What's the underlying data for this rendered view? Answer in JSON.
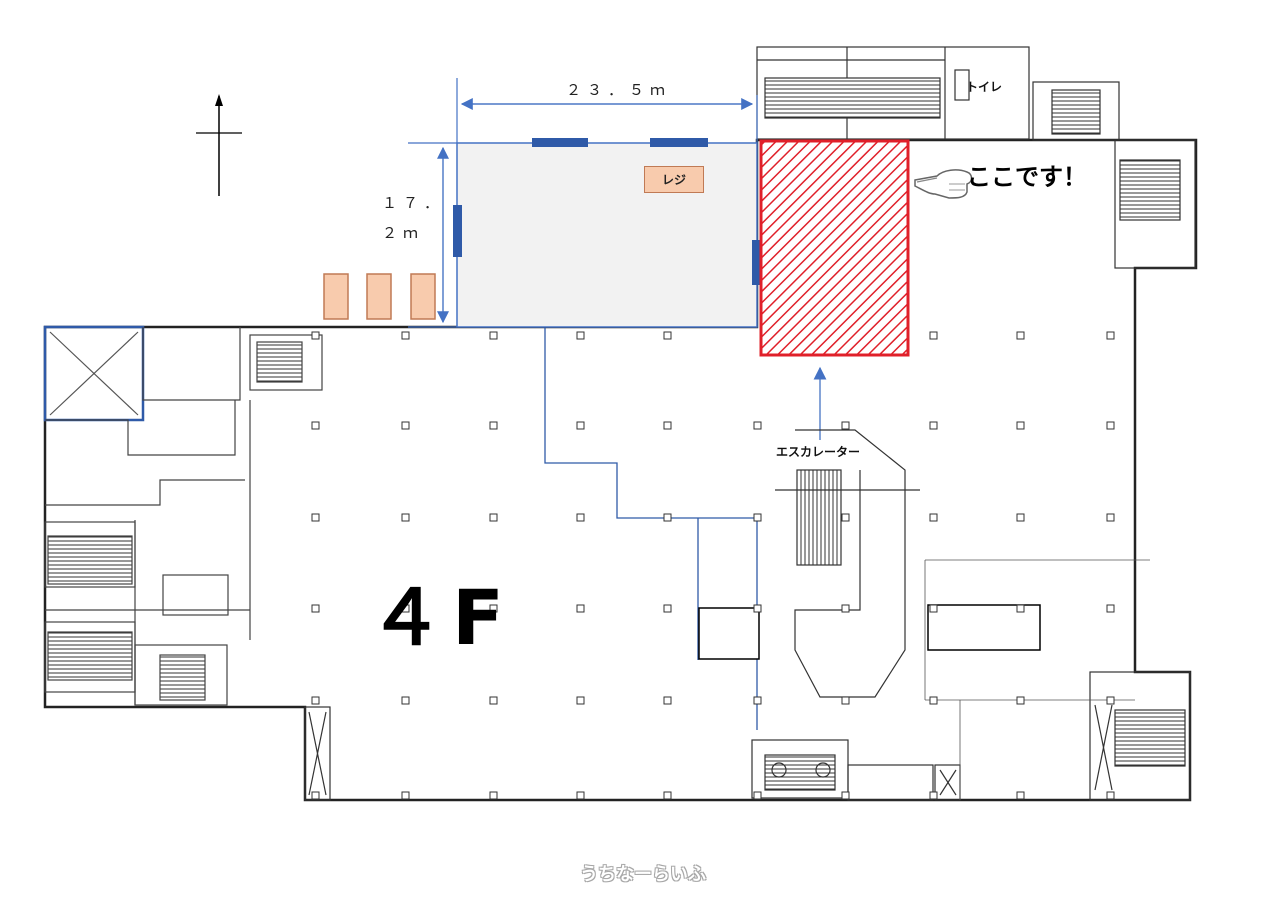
{
  "labels": {
    "width_dim": "２３．５ｍ",
    "height_dim_line1": "１７．",
    "height_dim_line2": "２ｍ",
    "register": "レジ",
    "callout": "ここです！",
    "toilet": "トイレ",
    "escalator": "エスカレーター",
    "floor": "４F",
    "watermark": "うちなーらいふ"
  },
  "colors": {
    "highlight": "#e0202a",
    "dimension_line": "#4472c4",
    "shop_fill": "#f2f2f2",
    "register_fill": "#f8cbad",
    "blue_marks": "#2f5aa8"
  },
  "icons": [
    "north-arrow-icon",
    "pointing-hand-icon"
  ]
}
